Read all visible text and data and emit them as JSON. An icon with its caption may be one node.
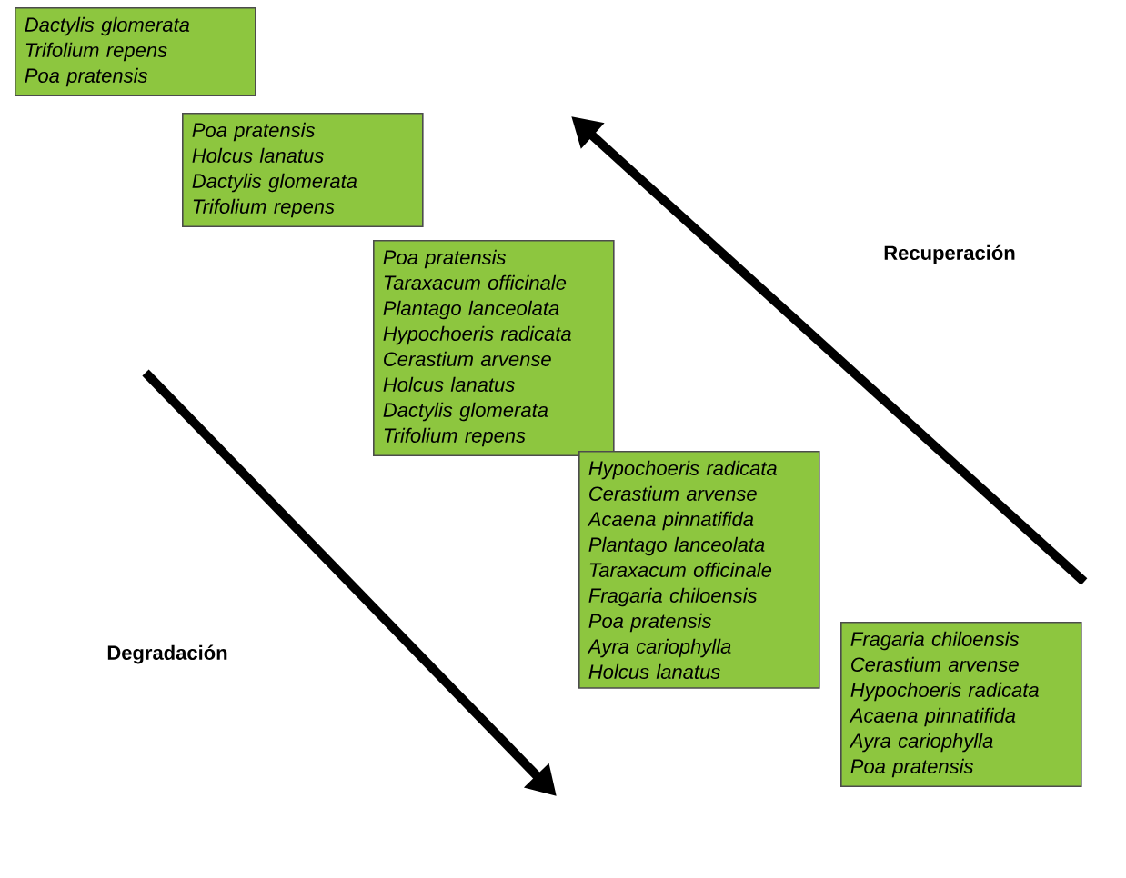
{
  "diagram": {
    "nodes": [
      {
        "text": [
          "Dactylis glomerata",
          "Trifolium repens",
          "Poa pratensis"
        ]
      },
      {
        "text": [
          "Poa pratensis",
          "Holcus lanatus",
          "Dactylis glomerata",
          "Trifolium repens"
        ]
      },
      {
        "text": [
          "Poa pratensis",
          "Taraxacum officinale",
          "Plantago lanceolata",
          "Hypochoeris radicata",
          "Cerastium arvense",
          "Holcus lanatus",
          "Dactylis glomerata",
          "Trifolium repens"
        ]
      },
      {
        "text": [
          "Hypochoeris radicata",
          "Cerastium arvense",
          "Acaena pinnatifida",
          "Plantago lanceolata",
          "Taraxacum officinale",
          "Fragaria chiloensis",
          "Poa pratensis",
          "Ayra cariophylla",
          "Holcus lanatus"
        ]
      },
      {
        "text": [
          "Fragaria chiloensis",
          "Cerastium arvense",
          "Hypochoeris radicata",
          "Acaena pinnatifida",
          "Ayra cariophylla",
          "Poa pratensis"
        ]
      }
    ],
    "labels": [
      "Recuperación",
      "Degradación"
    ]
  }
}
